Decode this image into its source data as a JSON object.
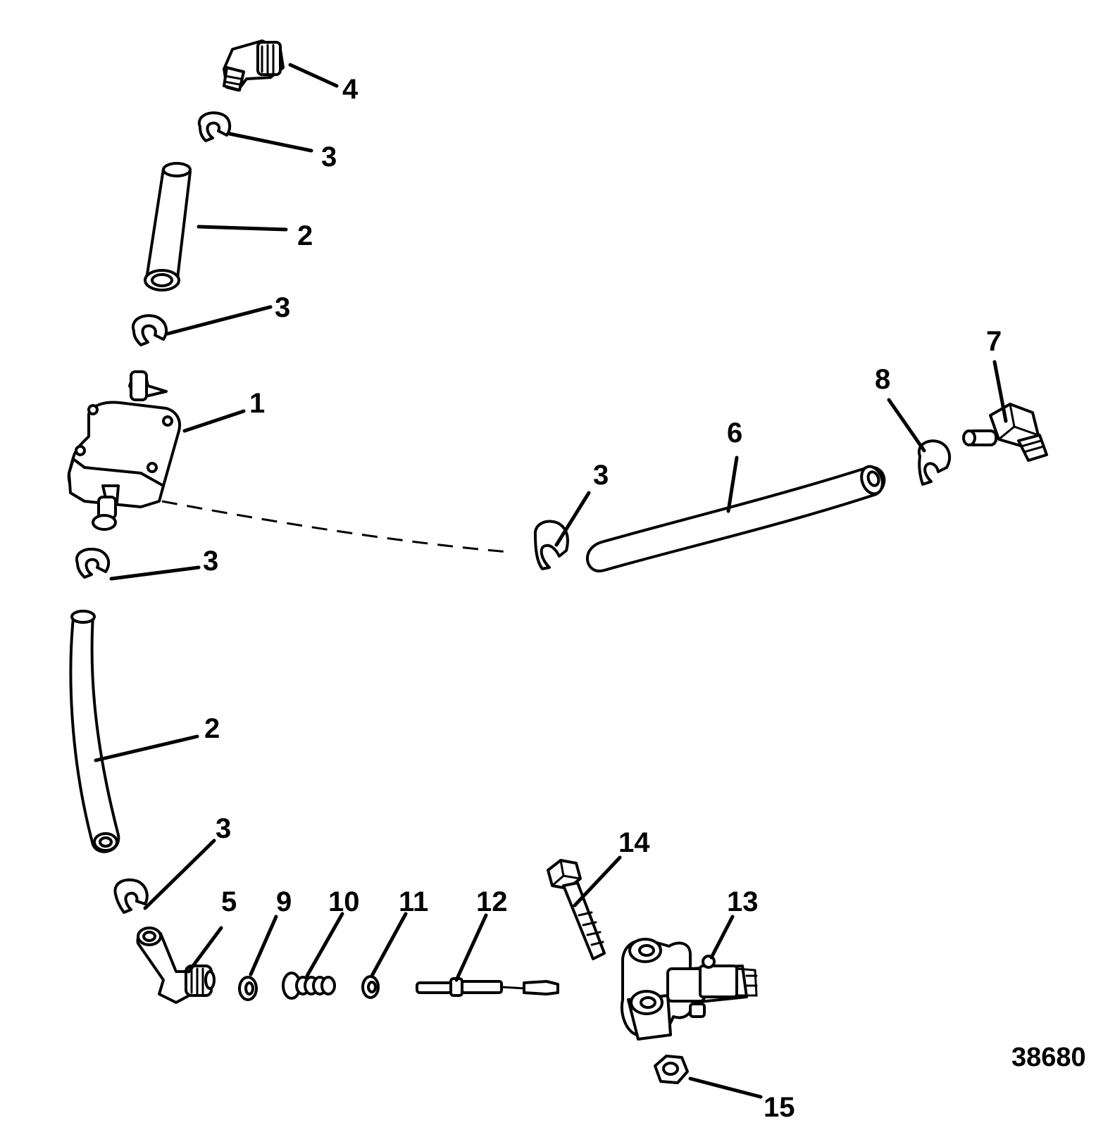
{
  "callouts": {
    "c1": "1",
    "c2a": "2",
    "c2b": "2",
    "c3a": "3",
    "c3b": "3",
    "c3c": "3",
    "c3d": "3",
    "c3e": "3",
    "c4": "4",
    "c5": "5",
    "c6": "6",
    "c7": "7",
    "c8": "8",
    "c9": "9",
    "c10": "10",
    "c11": "11",
    "c12": "12",
    "c13": "13",
    "c14": "14",
    "c15": "15"
  },
  "figure_number": "38680"
}
